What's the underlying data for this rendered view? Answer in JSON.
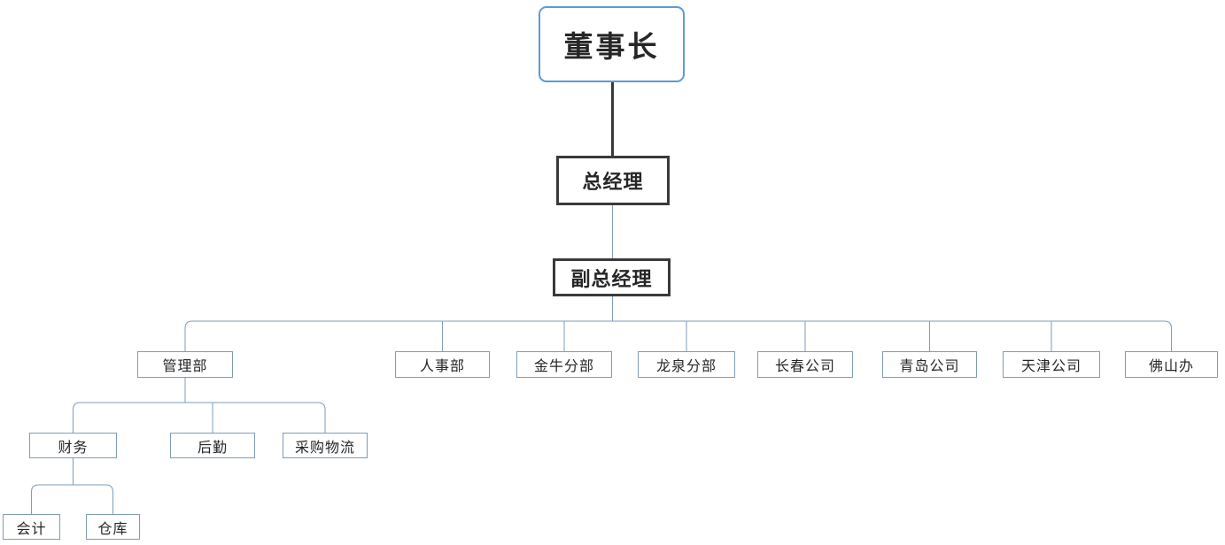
{
  "diagram": {
    "type": "org-chart",
    "colors": {
      "background": "#FFFFFF",
      "chairman_border": "#5B9BD5",
      "executive_border": "#3A3A3A",
      "node_border": "#7E9CB9",
      "connector": "#7E9CB9",
      "connector_dark": "#3A3A3A",
      "text": "#262626"
    },
    "root": {
      "label": "董事长"
    },
    "general_manager": {
      "label": "总经理"
    },
    "deputy_general_manager": {
      "label": "副总经理"
    },
    "departments": [
      {
        "label": "管理部"
      },
      {
        "label": "人事部"
      },
      {
        "label": "金牛分部"
      },
      {
        "label": "龙泉分部"
      },
      {
        "label": "长春公司"
      },
      {
        "label": "青岛公司"
      },
      {
        "label": "天津公司"
      },
      {
        "label": "佛山办"
      }
    ],
    "management_children": [
      {
        "label": "财务"
      },
      {
        "label": "后勤"
      },
      {
        "label": "采购物流"
      }
    ],
    "finance_children": [
      {
        "label": "会计"
      },
      {
        "label": "仓库"
      }
    ]
  }
}
